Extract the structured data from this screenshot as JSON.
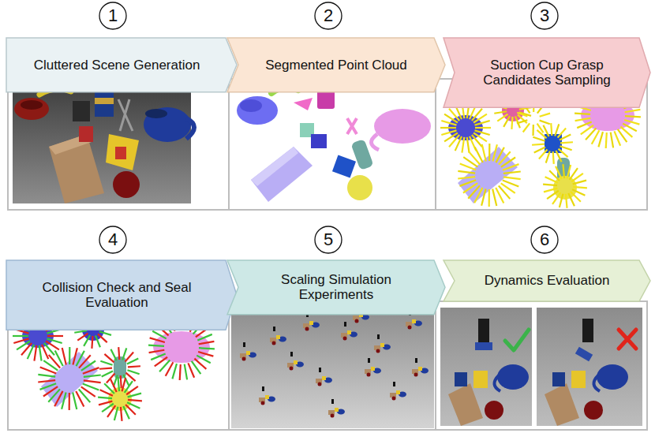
{
  "diagram": {
    "nodes": [
      {
        "text": [
          "1"
        ]
      },
      {
        "text": [
          "Cluttered Scene Generation"
        ]
      },
      {
        "text": [
          "2"
        ]
      },
      {
        "text": [
          "Segmented Point Cloud"
        ]
      },
      {
        "text": [
          "3"
        ]
      },
      {
        "text": [
          "Suction Cup Grasp Candidates Sampling"
        ]
      },
      {
        "text": [
          "4"
        ]
      },
      {
        "text": [
          "Collision Check and Seal Evaluation"
        ]
      },
      {
        "text": [
          "5"
        ]
      },
      {
        "text": [
          "Scaling Simulation Experiments"
        ]
      },
      {
        "text": [
          "6"
        ]
      },
      {
        "text": [
          "Dynamics Evaluation"
        ]
      }
    ]
  }
}
